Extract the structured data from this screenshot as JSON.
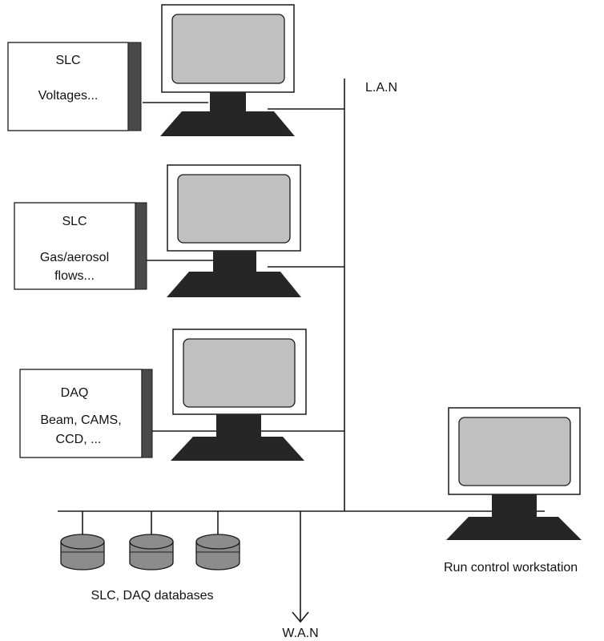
{
  "network": {
    "lan_label": "L.A.N",
    "wan_label": "W.A.N"
  },
  "nodes": [
    {
      "title": "SLC",
      "lines": [
        "Voltages..."
      ]
    },
    {
      "title": "SLC",
      "lines": [
        "Gas/aerosol",
        "flows..."
      ]
    },
    {
      "title": "DAQ",
      "lines": [
        "Beam, CAMS,",
        "CCD, ..."
      ]
    }
  ],
  "run_control": {
    "label": "Run control workstation"
  },
  "databases": {
    "label": "SLC, DAQ databases",
    "count": 3
  },
  "colors": {
    "line": "#1a1a1a",
    "screen_fill": "#c0c0c0",
    "stand_fill": "#262626",
    "box_edge_fill": "#4a4a4a",
    "cylinder_fill": "#8c8c8c"
  }
}
